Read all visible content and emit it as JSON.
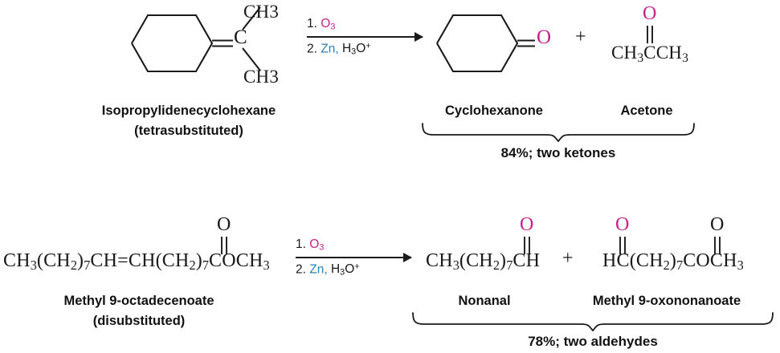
{
  "document": {
    "title": "Ozonolysis of alkenes — two worked examples",
    "type": "organic-chemistry-reaction-scheme"
  },
  "colors": {
    "oxygen_highlight": "#c2248d",
    "reagent_zinc": "#2f7fb5",
    "bond": "#1a1a1a",
    "text": "#111111",
    "background": "#ffffff"
  },
  "reaction_1": {
    "reactant": {
      "structure_label": "cyclohexane-ring-with-isopropylidene",
      "center_atom": "C",
      "methyl_top": "CH3",
      "methyl_bottom": "CH3",
      "name": "Isopropylidenecyclohexane",
      "substitution": "(tetrasubstituted)"
    },
    "conditions": {
      "step1_number": "1.",
      "step1_reagent": "O",
      "step1_reagent_sub": "3",
      "step2_number": "2.",
      "step2_reagent_a": "Zn,",
      "step2_reagent_b": "H",
      "step2_reagent_b_sub": "3",
      "step2_reagent_b_o": "O",
      "step2_reagent_b_sup": "+"
    },
    "plus_sign": "+",
    "product_1": {
      "structure_label": "cyclohexanone-ring",
      "carbonyl_oxygen": "O",
      "name": "Cyclohexanone"
    },
    "product_2": {
      "formula_left": "CH",
      "formula_left_sub": "3",
      "formula_mid": "C",
      "formula_right": "CH",
      "formula_right_sub": "3",
      "carbonyl_oxygen": "O",
      "name": "Acetone"
    },
    "yield_note": "84%; two ketones"
  },
  "reaction_2": {
    "reactant": {
      "segment_1": "CH",
      "segment_1_sub": "3",
      "segment_2": "(CH",
      "segment_2_sub": "2",
      "segment_3": ")",
      "segment_3_sub": "7",
      "segment_4": "CH",
      "double_bond": "=",
      "segment_5": "CH(CH",
      "segment_5_sub": "2",
      "segment_6": ")",
      "segment_6_sub": "7",
      "segment_7": "COCH",
      "segment_7_sub": "3",
      "ester_oxygen": "O",
      "name": "Methyl 9-octadecenoate",
      "substitution": "(disubstituted)"
    },
    "conditions": {
      "step1_number": "1.",
      "step1_reagent": "O",
      "step1_reagent_sub": "3",
      "step2_number": "2.",
      "step2_reagent_a": "Zn,",
      "step2_reagent_b": "H",
      "step2_reagent_b_sub": "3",
      "step2_reagent_b_o": "O",
      "step2_reagent_b_sup": "+"
    },
    "plus_sign": "+",
    "product_1": {
      "formula_a": "CH",
      "formula_a_sub": "3",
      "formula_b": "(CH",
      "formula_b_sub": "2",
      "formula_c": ")",
      "formula_c_sub": "7",
      "formula_d": "CH",
      "carbonyl_oxygen": "O",
      "name": "Nonanal"
    },
    "product_2": {
      "formula_a": "HC(CH",
      "formula_a_sub": "2",
      "formula_b": ")",
      "formula_b_sub": "7",
      "formula_c": "COCH",
      "formula_c_sub": "3",
      "aldehyde_oxygen": "O",
      "ester_oxygen": "O",
      "name": "Methyl 9-oxononanoate"
    },
    "yield_note": "78%; two aldehydes"
  }
}
